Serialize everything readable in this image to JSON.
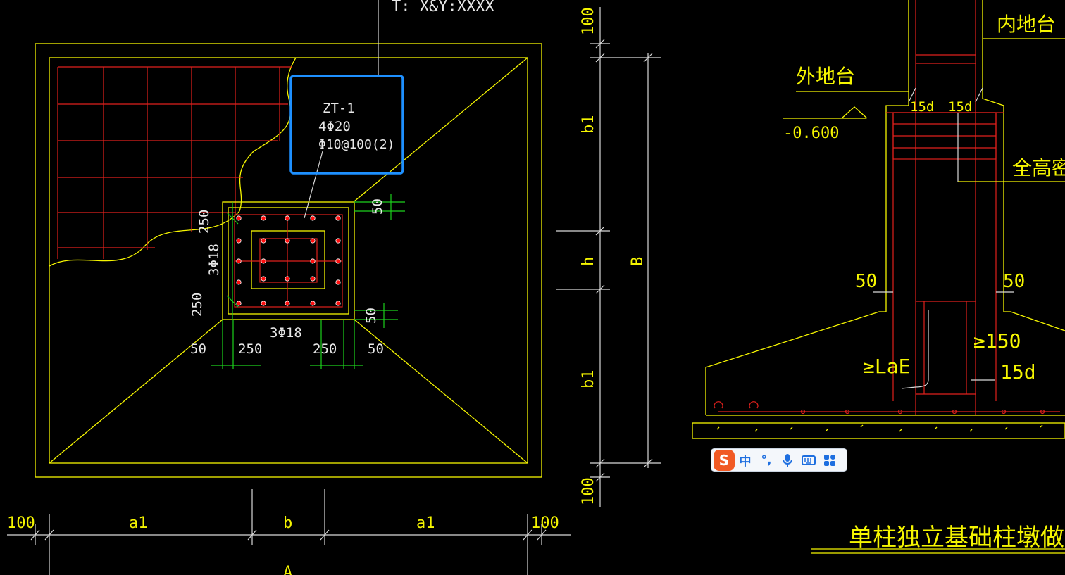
{
  "drawing": {
    "title": "单柱独立基础柱墩做法大样",
    "top_label": "T: X&Y:XXXX",
    "callout": {
      "line1": "ZT-1",
      "line2": "4Φ20",
      "line3": "Φ10@100(2)"
    },
    "plan_dims": {
      "d250_top": "250",
      "d3phi18_left": "3Φ18",
      "d250_left": "250",
      "d50_tr": "50",
      "d50_br": "50",
      "d3phi18_bottom": "3Φ18",
      "d50_l": "50",
      "d250_l": "250",
      "d250_r": "250",
      "d50_r": "50"
    },
    "bottom_dims": {
      "d100_left": "100",
      "a1_left": "a1",
      "b": "b",
      "a1_right": "a1",
      "d100_right": "100",
      "A": "A"
    },
    "side_dims": {
      "d100_top": "100",
      "b1_top": "b1",
      "h": "h",
      "B": "B",
      "b1_bottom": "b1",
      "d100_bottom": "100"
    },
    "section": {
      "inner_floor": "内地台",
      "outer_floor": "外地台",
      "elev": "-0.600",
      "d15d_left": "15d",
      "d15d_right": "15d",
      "full_height": "全高密",
      "d50_left": "50",
      "d50_right": "50",
      "lae": "≥LaE",
      "d150": "≥150",
      "d15d_bottom": "15d"
    }
  },
  "ime_toolbar": {
    "logo": "S",
    "mode": "中",
    "punct": "°,",
    "icons": [
      "microphone-icon",
      "keyboard-icon",
      "toolbox-icon"
    ]
  },
  "colors": {
    "background": "#000000",
    "outline": "#f5f500",
    "rebar": "#e0201c",
    "dimension": "#1cd11c",
    "selection": "#1e90ff"
  }
}
